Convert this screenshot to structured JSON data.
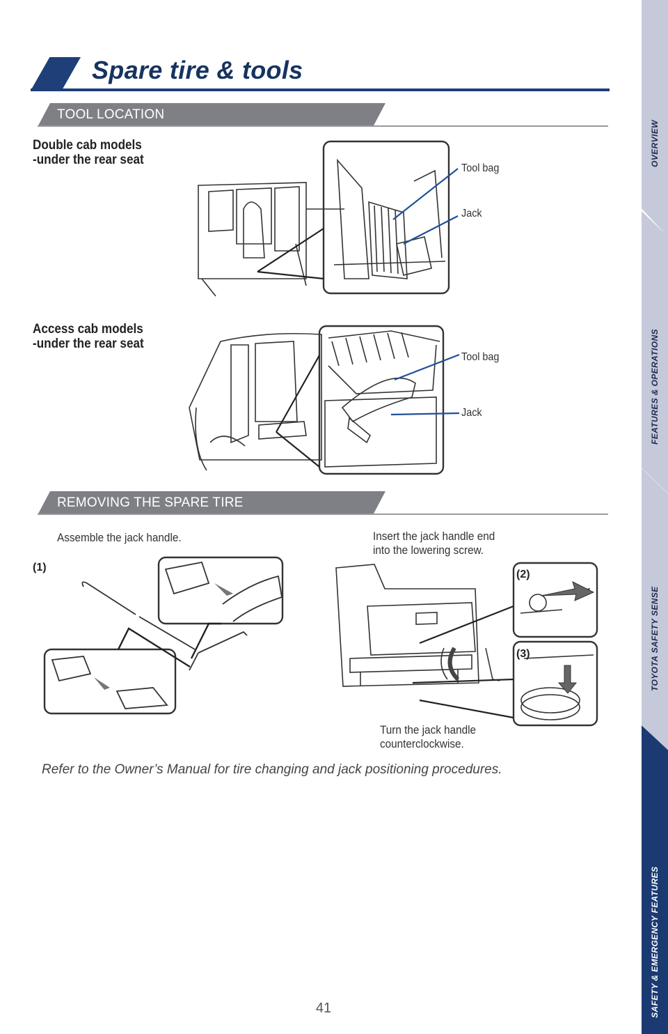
{
  "page": {
    "title": "Spare tire & tools",
    "number": "41",
    "footer_note": "Refer to the Owner’s Manual for tire changing and jack positioning procedures."
  },
  "tool_location": {
    "heading": "TOOL LOCATION",
    "double_cab": {
      "title_line1": "Double cab models",
      "title_line2": "-under the rear seat",
      "callout_tool_bag": "Tool bag",
      "callout_jack": "Jack"
    },
    "access_cab": {
      "title_line1": "Access cab models",
      "title_line2": "-under the rear seat",
      "callout_tool_bag": "Tool bag",
      "callout_jack": "Jack"
    }
  },
  "removing": {
    "heading": "REMOVING THE SPARE TIRE",
    "step1_num": "(1)",
    "step1_label": "Assemble the jack handle.",
    "step2_num": "(2)",
    "step2_label_line1": "Insert the jack handle end",
    "step2_label_line2": "into the lowering screw.",
    "step3_num": "(3)",
    "step3_label_line1": "Turn the jack handle",
    "step3_label_line2": "counterclockwise."
  },
  "nav": {
    "tabs": [
      {
        "label": "OVERVIEW",
        "bg": "#c5c9da",
        "fg": "#1c2b4f"
      },
      {
        "label": "FEATURES & OPERATIONS",
        "bg": "#c5c9da",
        "fg": "#1c2b4f"
      },
      {
        "label": "TOYOTA SAFETY SENSE",
        "bg": "#c5c9da",
        "fg": "#1c2b4f"
      },
      {
        "label": "SAFETY & EMERGENCY FEATURES",
        "bg": "#1b3a72",
        "fg": "#ffffff"
      }
    ]
  },
  "colors": {
    "brand_navy": "#1e3f77",
    "section_gray": "#7f8085",
    "callout_blue": "#1f4f9a"
  }
}
